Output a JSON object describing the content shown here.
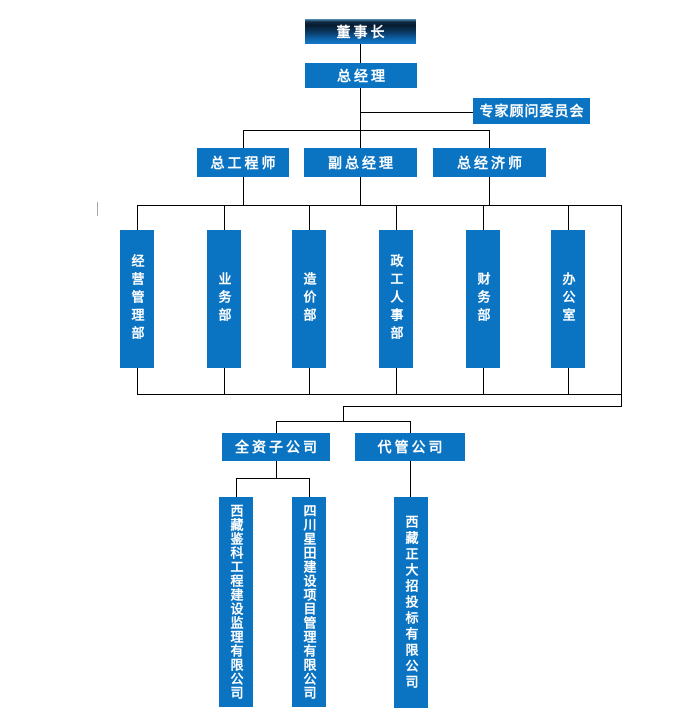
{
  "org": {
    "chairman": "董事长",
    "general_manager": "总经理",
    "advisory_committee": "专家顾问委员会",
    "chief_engineer": "总工程师",
    "deputy_general_manager": "副总经理",
    "chief_economist": "总经济师",
    "departments": [
      "经营管理部",
      "业务部",
      "造价部",
      "政工人事部",
      "财务部",
      "办公室"
    ],
    "subsidiary_label": "全资子公司",
    "managed_label": "代管公司",
    "subsidiary_companies": [
      "西藏鉴科工程建设监理有限公司",
      "四川星田建设项目管理有限公司"
    ],
    "managed_companies": [
      "西藏正大招投标有限公司"
    ],
    "hierarchy": {
      "root": "董事长",
      "levels": [
        [
          "董事长"
        ],
        [
          "总经理",
          "专家顾问委员会"
        ],
        [
          "总工程师",
          "副总经理",
          "总经济师"
        ],
        [
          "经营管理部",
          "业务部",
          "造价部",
          "政工人事部",
          "财务部",
          "办公室"
        ],
        [
          "全资子公司",
          "代管公司"
        ],
        [
          "西藏鉴科工程建设监理有限公司",
          "四川星田建设项目管理有限公司",
          "西藏正大招投标有限公司"
        ]
      ]
    },
    "colors": {
      "node_fill": "#0a73c2",
      "node_text": "#ffffff",
      "connector": "#000000",
      "chairman_gradient_top": "#5b9ac4",
      "chairman_gradient_dark": "#081b2d",
      "chairman_gradient_bottom": "#1478ca"
    }
  }
}
